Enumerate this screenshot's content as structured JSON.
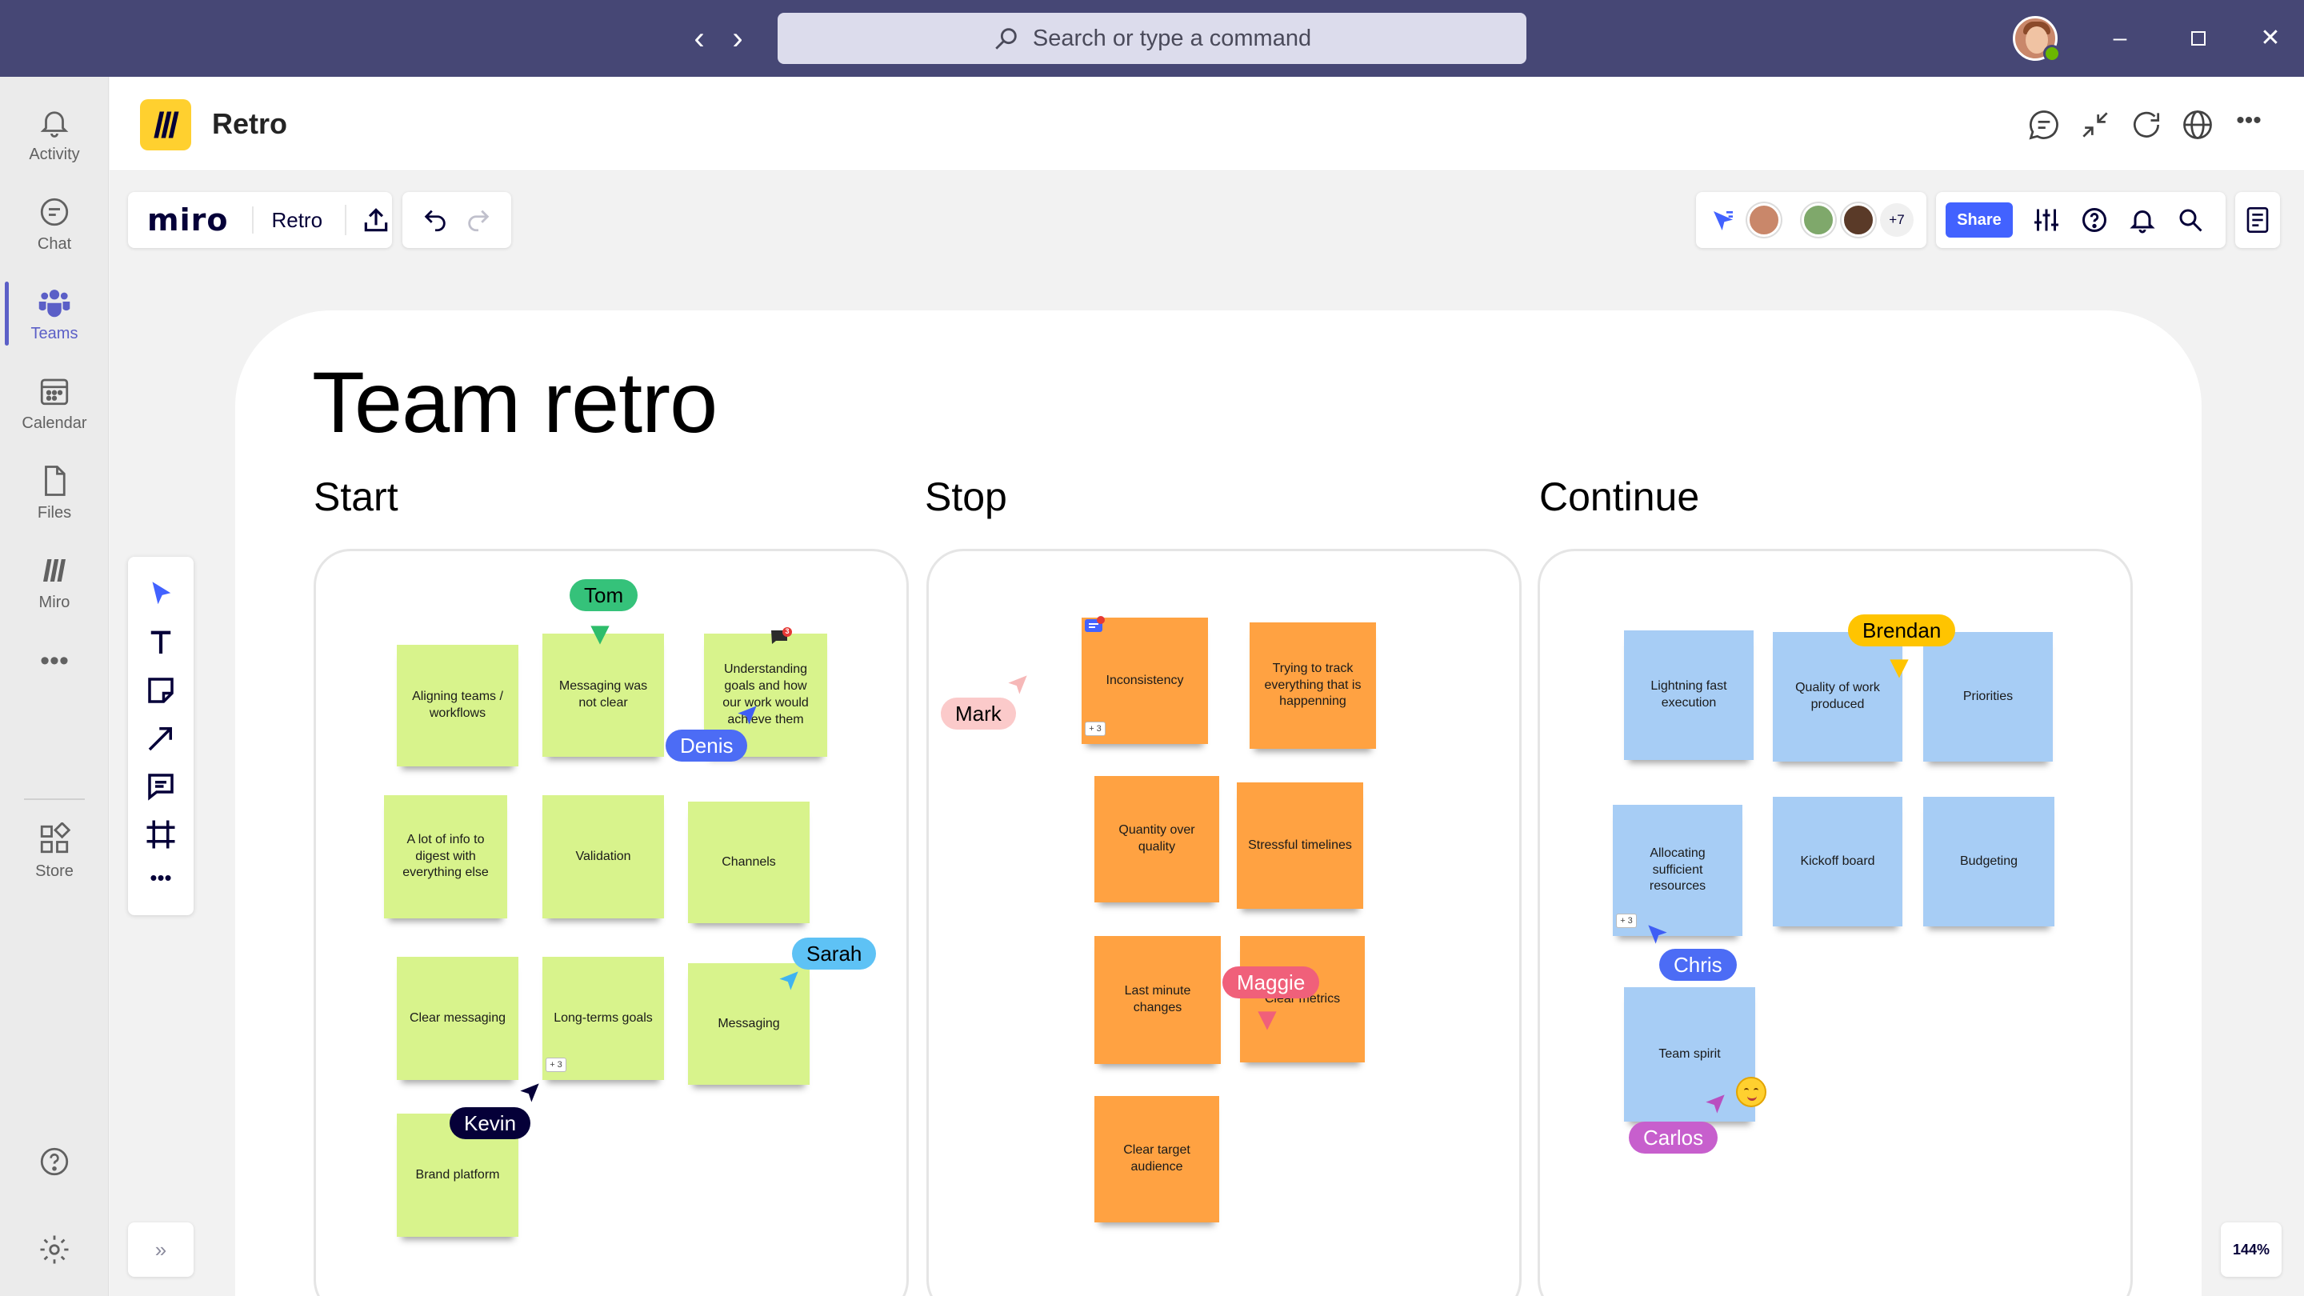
{
  "titlebar": {
    "search_placeholder": "Search or type a command"
  },
  "rail": {
    "items": [
      {
        "label": "Activity",
        "icon": "bell-icon"
      },
      {
        "label": "Chat",
        "icon": "chat-icon"
      },
      {
        "label": "Teams",
        "icon": "teams-icon",
        "active": true
      },
      {
        "label": "Calendar",
        "icon": "calendar-icon"
      },
      {
        "label": "Files",
        "icon": "file-icon"
      },
      {
        "label": "Miro",
        "icon": "miro-icon"
      },
      {
        "label": "Store",
        "icon": "store-icon"
      }
    ]
  },
  "app": {
    "title": "Retro"
  },
  "miro": {
    "brand": "miro",
    "board_name": "Retro",
    "more_collaborators": "+7",
    "share_label": "Share",
    "zoom": "144%"
  },
  "board": {
    "title": "Team retro",
    "columns": [
      {
        "title": "Start",
        "notes": [
          "Aligning teams / workflows",
          "Messaging was not clear",
          "Understanding goals and how our work would achieve them",
          "A lot of info to digest with everything else",
          "Validation",
          "Channels",
          "Clear messaging",
          "Long-terms goals",
          "Messaging",
          "Brand platform"
        ]
      },
      {
        "title": "Stop",
        "notes": [
          "Inconsistency",
          "Trying to track everything that is happenning",
          "Quantity over quality",
          "Stressful timelines",
          "Last minute changes",
          "Clear metrics",
          "Clear target audience"
        ]
      },
      {
        "title": "Continue",
        "notes": [
          "Lightning fast execution",
          "Quality of work produced",
          "Priorities",
          "Allocating sufficient resources",
          "Kickoff board",
          "Budgeting",
          "Team spirit"
        ]
      }
    ],
    "cursors": [
      "Tom",
      "Denis",
      "Sarah",
      "Kevin",
      "Mark",
      "Maggie",
      "Brendan",
      "Chris",
      "Carlos"
    ],
    "badges": {
      "comment_count": "3",
      "reaction_count": "+ 3"
    }
  },
  "colors": {
    "teams_bar": "#464775",
    "miro_yellow": "#ffd02f",
    "share_blue": "#4262ff",
    "sticky_green": "#d8f38c",
    "sticky_orange": "#ffa242",
    "sticky_blue": "#a7cdf5"
  }
}
